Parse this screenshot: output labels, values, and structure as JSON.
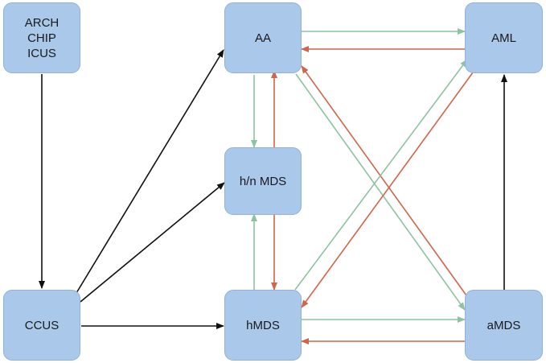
{
  "nodes": {
    "arch_chip_icus": "ARCH\nCHIP\nICUS",
    "aa": "AA",
    "aml": "AML",
    "hn_mds": "h/n MDS",
    "ccus": "CCUS",
    "hmds": "hMDS",
    "amds": "aMDS"
  },
  "colors": {
    "node_fill": "#a9c8ea",
    "node_border": "#8fb2d8",
    "black_arrow": "#111111",
    "green_arrow": "#8cc3a0",
    "red_arrow": "#d0654a"
  },
  "edges": [
    {
      "from": "arch_chip_icus",
      "to": "ccus",
      "color": "black"
    },
    {
      "from": "ccus",
      "to": "aa",
      "color": "black"
    },
    {
      "from": "ccus",
      "to": "hn_mds",
      "color": "black"
    },
    {
      "from": "ccus",
      "to": "hmds",
      "color": "black"
    },
    {
      "from": "amds",
      "to": "aml",
      "color": "black"
    },
    {
      "from": "aa",
      "to": "aml",
      "color": "green"
    },
    {
      "from": "aml",
      "to": "aa",
      "color": "red"
    },
    {
      "from": "hmds",
      "to": "amds",
      "color": "green"
    },
    {
      "from": "amds",
      "to": "hmds",
      "color": "red"
    },
    {
      "from": "aa",
      "to": "hn_mds",
      "color": "green"
    },
    {
      "from": "hn_mds",
      "to": "aa",
      "color": "red"
    },
    {
      "from": "hmds",
      "to": "hn_mds",
      "color": "green"
    },
    {
      "from": "hn_mds",
      "to": "hmds",
      "color": "red"
    },
    {
      "from": "aa",
      "to": "amds",
      "color": "green"
    },
    {
      "from": "amds",
      "to": "aa",
      "color": "red"
    },
    {
      "from": "hmds",
      "to": "aml",
      "color": "green"
    },
    {
      "from": "aml",
      "to": "hmds",
      "color": "red"
    }
  ]
}
